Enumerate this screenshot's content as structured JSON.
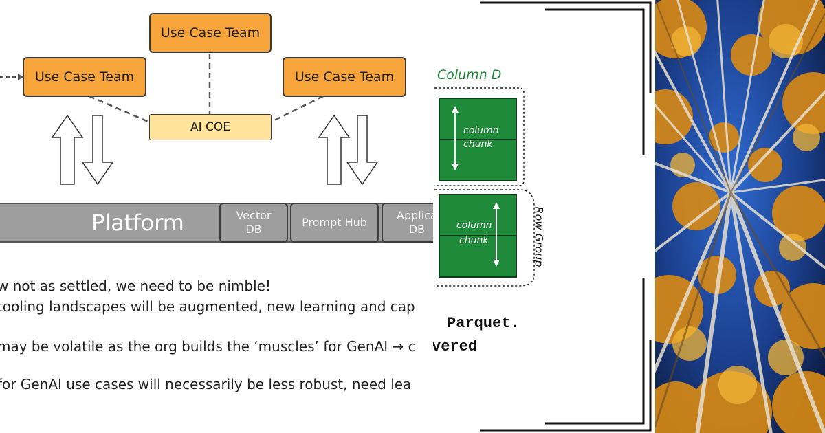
{
  "org_diagram": {
    "use_case_top": "Use Case Team",
    "use_case_left": "Use Case Team",
    "use_case_right": "Use Case Team",
    "ai_coe": "AI COE"
  },
  "platform": {
    "label": "Platform",
    "vector_db": "Vector\nDB",
    "prompt_hub": "Prompt Hub",
    "application_db": "Applica\nDB"
  },
  "notes": [
    "w not as settled, we need to be nimble!",
    " tooling landscapes will be augmented, new learning and cap",
    " may be volatile as the org builds the ‘muscles’ for GenAI → c",
    " for GenAI use cases will necessarily be less robust, need lea"
  ],
  "parquet": {
    "column_label": "Column D",
    "chunk_line1": "column",
    "chunk_line2": "chunk",
    "row_group": "Row Group",
    "text_line1": "Parquet.",
    "text_line2": "vered"
  },
  "colors": {
    "orange": "#f7a53a",
    "coe_yellow": "#ffe29b",
    "platform_gray": "#9e9e9e",
    "chunk_green": "#1e8a3a"
  }
}
